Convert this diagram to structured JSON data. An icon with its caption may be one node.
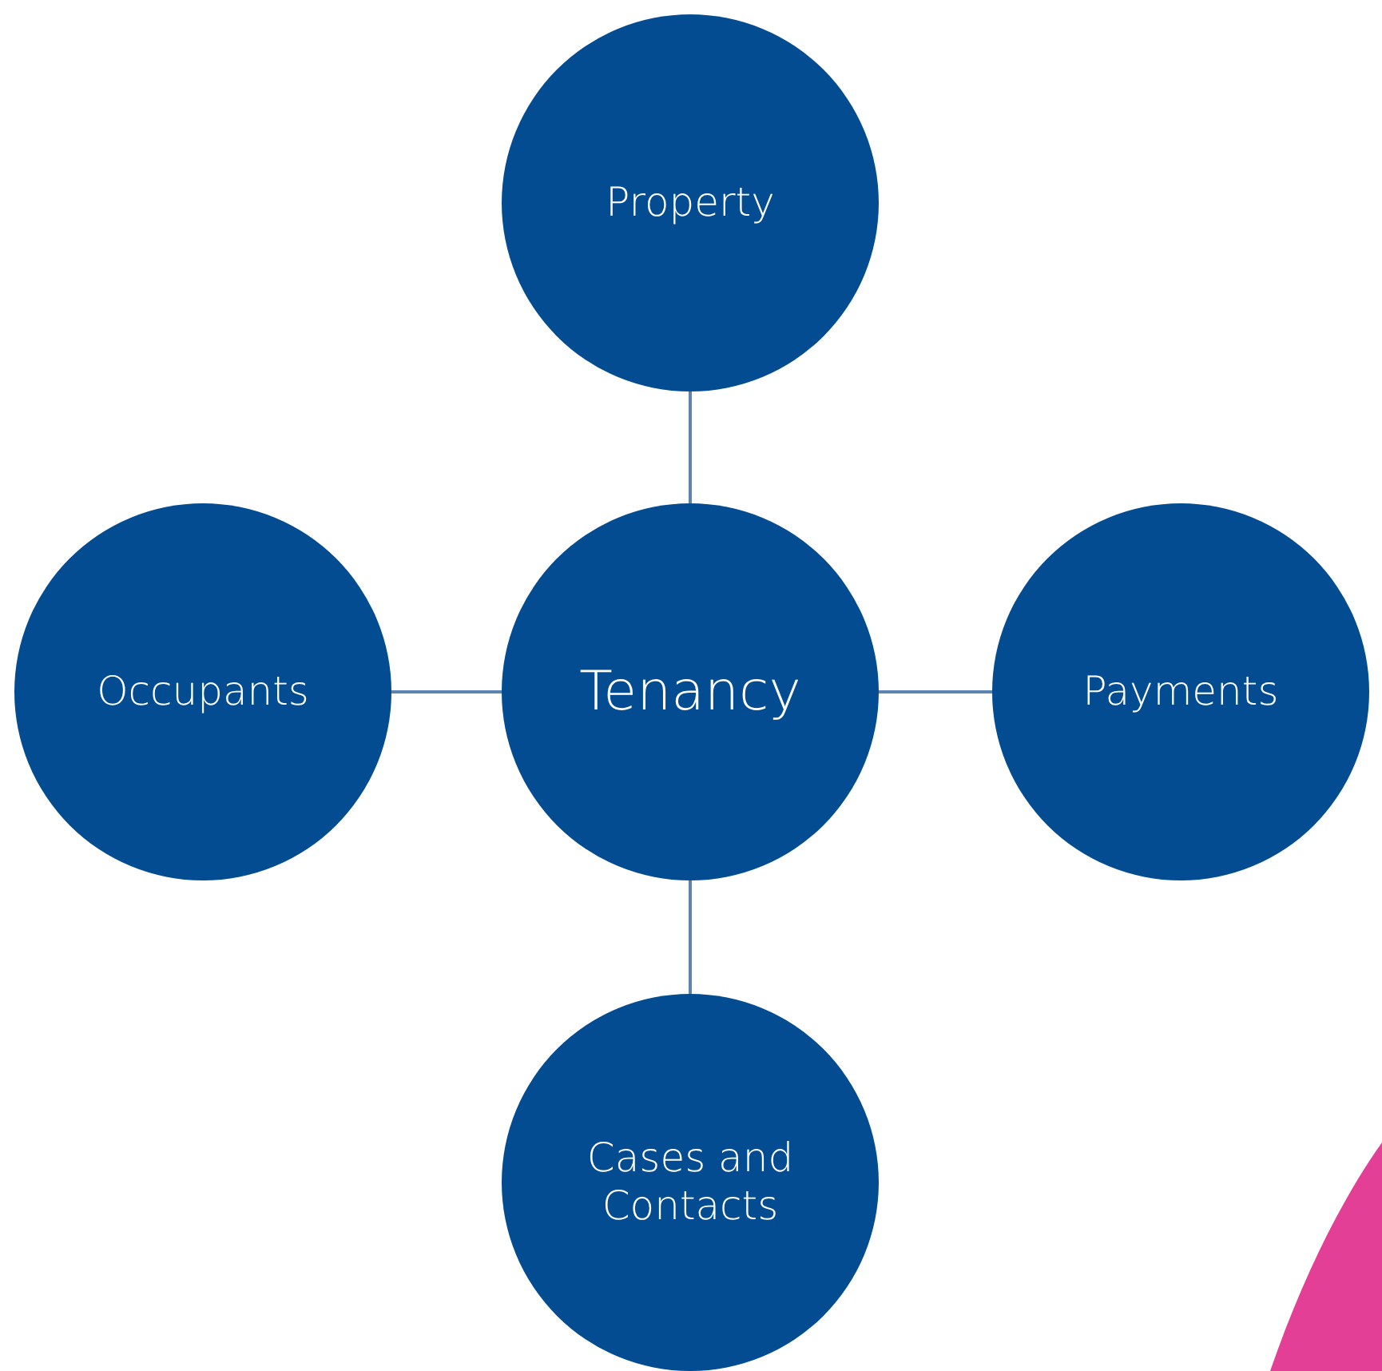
{
  "diagram": {
    "nodes": [
      {
        "text": [
          "Property"
        ]
      },
      {
        "text": [
          "Occupants"
        ]
      },
      {
        "text": [
          "Tenancy"
        ]
      },
      {
        "text": [
          "Payments"
        ]
      },
      {
        "text": [
          "Cases and Contacts"
        ]
      }
    ],
    "edges": [
      {
        "from": 2,
        "to": 0,
        "arrow": "none"
      },
      {
        "from": 2,
        "to": 1,
        "arrow": "none"
      },
      {
        "from": 2,
        "to": 3,
        "arrow": "none"
      },
      {
        "from": 2,
        "to": 4,
        "arrow": "none"
      }
    ]
  }
}
